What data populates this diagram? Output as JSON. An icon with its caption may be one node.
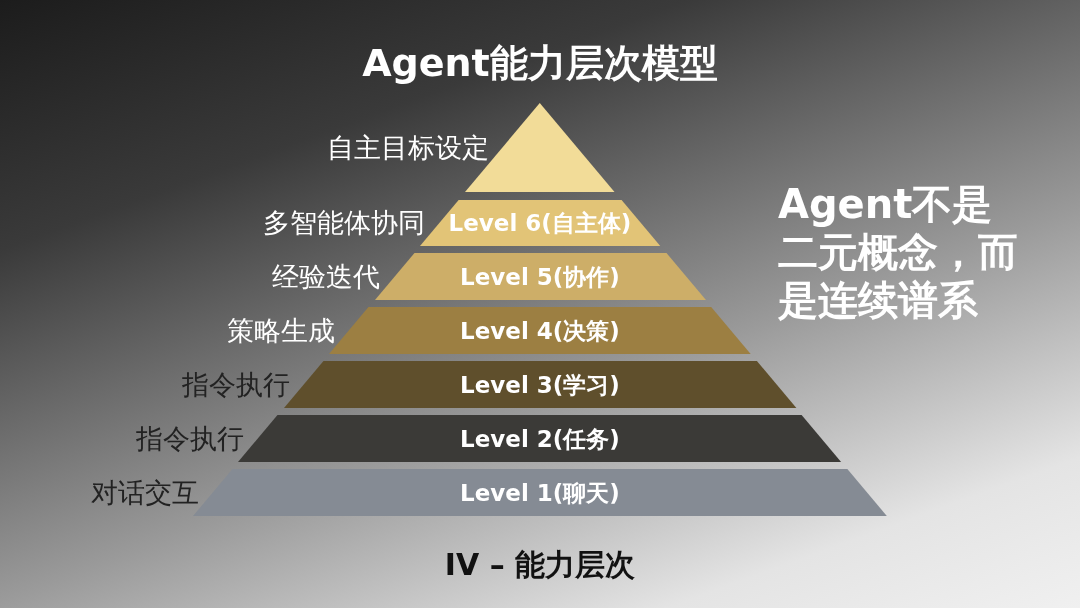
{
  "diagram": {
    "title": "Agent能力层次模型",
    "caption": "IV – 能力层次",
    "nodes": [
      {
        "text": [],
        "shape": "triangle",
        "beside": [
          "自主目标设定"
        ]
      },
      {
        "text": [
          "Level 6(自主体)"
        ],
        "beside": [
          "多智能体协同"
        ]
      },
      {
        "text": [
          "Level 5(协作)"
        ],
        "beside": [
          "经验迭代"
        ]
      },
      {
        "text": [
          "Level 4(决策)"
        ],
        "beside": [
          "策略生成"
        ]
      },
      {
        "text": [
          "Level 3(学习)"
        ],
        "beside": [
          "指令执行"
        ]
      },
      {
        "text": [
          "Level 2(任务)"
        ],
        "beside": [
          "指令执行"
        ]
      },
      {
        "text": [
          "Level 1(聊天)"
        ],
        "beside": [
          "对话交互"
        ]
      }
    ],
    "labels": [
      "Agent不是二元概念，而是连续谱系"
    ]
  }
}
